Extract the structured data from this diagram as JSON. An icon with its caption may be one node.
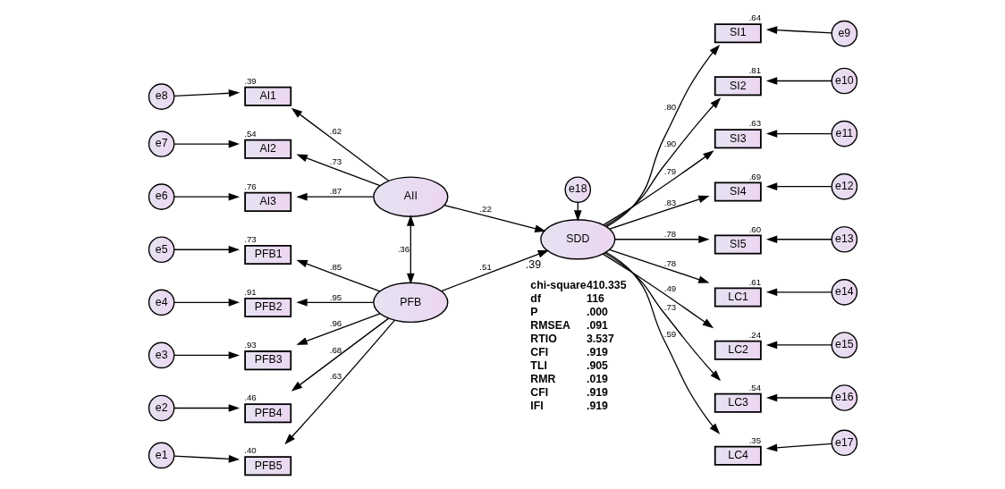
{
  "diagram": {
    "nodes": [
      {
        "text": [
          "AII"
        ]
      },
      {
        "text": [
          "PFB"
        ]
      },
      {
        "text": [
          "SDD"
        ],
        "beside": [
          ".39"
        ]
      },
      {
        "text": [
          "e18"
        ]
      },
      {
        "text": [
          "AI1"
        ],
        "beside": [
          ".39"
        ]
      },
      {
        "text": [
          "AI2"
        ],
        "beside": [
          ".54"
        ]
      },
      {
        "text": [
          "AI3"
        ],
        "beside": [
          ".76"
        ]
      },
      {
        "text": [
          "PFB1"
        ],
        "beside": [
          ".73"
        ]
      },
      {
        "text": [
          "PFB2"
        ],
        "beside": [
          ".91"
        ]
      },
      {
        "text": [
          "PFB3"
        ],
        "beside": [
          ".93"
        ]
      },
      {
        "text": [
          "PFB4"
        ],
        "beside": [
          ".46"
        ]
      },
      {
        "text": [
          "PFB5"
        ],
        "beside": [
          ".40"
        ]
      },
      {
        "text": [
          "SI1"
        ],
        "beside": [
          ".64"
        ]
      },
      {
        "text": [
          "SI2"
        ],
        "beside": [
          ".81"
        ]
      },
      {
        "text": [
          "SI3"
        ],
        "beside": [
          ".63"
        ]
      },
      {
        "text": [
          "SI4"
        ],
        "beside": [
          ".69"
        ]
      },
      {
        "text": [
          "SI5"
        ],
        "beside": [
          ".60"
        ]
      },
      {
        "text": [
          "LC1"
        ],
        "beside": [
          ".61"
        ]
      },
      {
        "text": [
          "LC2"
        ],
        "beside": [
          ".24"
        ]
      },
      {
        "text": [
          "LC3"
        ],
        "beside": [
          ".54"
        ]
      },
      {
        "text": [
          "LC4"
        ],
        "beside": [
          ".35"
        ]
      },
      {
        "text": [
          "e8"
        ]
      },
      {
        "text": [
          "e7"
        ]
      },
      {
        "text": [
          "e6"
        ]
      },
      {
        "text": [
          "e5"
        ]
      },
      {
        "text": [
          "e4"
        ]
      },
      {
        "text": [
          "e3"
        ]
      },
      {
        "text": [
          "e2"
        ]
      },
      {
        "text": [
          "e1"
        ]
      },
      {
        "text": [
          "e9"
        ]
      },
      {
        "text": [
          "e10"
        ]
      },
      {
        "text": [
          "e11"
        ]
      },
      {
        "text": [
          "e12"
        ]
      },
      {
        "text": [
          "e13"
        ]
      },
      {
        "text": [
          "e14"
        ]
      },
      {
        "text": [
          "e15"
        ]
      },
      {
        "text": [
          "e16"
        ]
      },
      {
        "text": [
          "e17"
        ]
      }
    ],
    "edges": [
      {
        "from": 21,
        "to": 4,
        "arrow": "to"
      },
      {
        "from": 22,
        "to": 5,
        "arrow": "to"
      },
      {
        "from": 23,
        "to": 6,
        "arrow": "to"
      },
      {
        "from": 24,
        "to": 7,
        "arrow": "to"
      },
      {
        "from": 25,
        "to": 8,
        "arrow": "to"
      },
      {
        "from": 26,
        "to": 9,
        "arrow": "to"
      },
      {
        "from": 27,
        "to": 10,
        "arrow": "to"
      },
      {
        "from": 28,
        "to": 11,
        "arrow": "to"
      },
      {
        "from": 0,
        "to": 4,
        "arrow": "to",
        "label": ".62"
      },
      {
        "from": 0,
        "to": 5,
        "arrow": "to",
        "label": ".73"
      },
      {
        "from": 0,
        "to": 6,
        "arrow": "to",
        "label": ".87"
      },
      {
        "from": 1,
        "to": 7,
        "arrow": "to",
        "label": ".85"
      },
      {
        "from": 1,
        "to": 8,
        "arrow": "to",
        "label": ".95"
      },
      {
        "from": 1,
        "to": 9,
        "arrow": "to",
        "label": ".96"
      },
      {
        "from": 1,
        "to": 10,
        "arrow": "to",
        "label": ".68"
      },
      {
        "from": 1,
        "to": 11,
        "arrow": "to",
        "label": ".63"
      },
      {
        "from": 0,
        "to": 1,
        "arrow": "both",
        "label": ".36"
      },
      {
        "from": 0,
        "to": 2,
        "arrow": "to",
        "label": ".22"
      },
      {
        "from": 1,
        "to": 2,
        "arrow": "to",
        "label": ".51"
      },
      {
        "from": 3,
        "to": 2,
        "arrow": "to"
      },
      {
        "from": 2,
        "to": 12,
        "arrow": "to",
        "label": ".80"
      },
      {
        "from": 2,
        "to": 13,
        "arrow": "to",
        "label": ".90"
      },
      {
        "from": 2,
        "to": 14,
        "arrow": "to",
        "label": ".79"
      },
      {
        "from": 2,
        "to": 15,
        "arrow": "to",
        "label": ".83"
      },
      {
        "from": 2,
        "to": 16,
        "arrow": "to",
        "label": ".78"
      },
      {
        "from": 2,
        "to": 17,
        "arrow": "to",
        "label": ".78"
      },
      {
        "from": 2,
        "to": 18,
        "arrow": "to",
        "label": ".49"
      },
      {
        "from": 2,
        "to": 19,
        "arrow": "to",
        "label": ".73"
      },
      {
        "from": 2,
        "to": 20,
        "arrow": "to",
        "label": ".59"
      },
      {
        "from": 29,
        "to": 12,
        "arrow": "to"
      },
      {
        "from": 30,
        "to": 13,
        "arrow": "to"
      },
      {
        "from": 31,
        "to": 14,
        "arrow": "to"
      },
      {
        "from": 32,
        "to": 15,
        "arrow": "to"
      },
      {
        "from": 33,
        "to": 16,
        "arrow": "to"
      },
      {
        "from": 34,
        "to": 17,
        "arrow": "to"
      },
      {
        "from": 35,
        "to": 18,
        "arrow": "to"
      },
      {
        "from": 36,
        "to": 19,
        "arrow": "to"
      },
      {
        "from": 37,
        "to": 20,
        "arrow": "to"
      }
    ],
    "labels": [
      "chi-square",
      "410.335",
      "df",
      "116",
      "P",
      ".000",
      "RMSEA",
      ".091",
      "RTIO",
      "3.537",
      "CFI",
      ".919",
      "TLI",
      ".905",
      "RMR",
      ".019",
      "CFI",
      ".919",
      "IFI",
      ".919"
    ]
  }
}
